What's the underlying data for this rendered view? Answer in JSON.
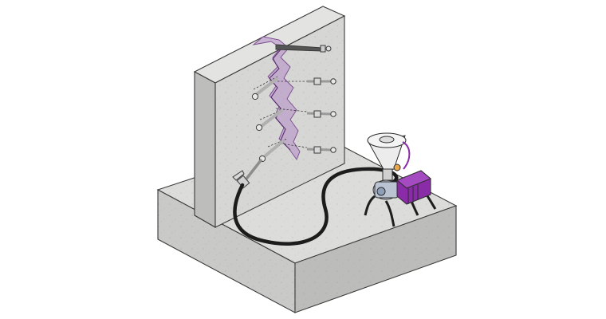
{
  "diagram": {
    "kind": "isometric-illustration",
    "parts": [
      {
        "id": "concrete-slab",
        "label": ""
      },
      {
        "id": "concrete-wall",
        "label": ""
      },
      {
        "id": "crack",
        "label": ""
      },
      {
        "id": "injection-packers",
        "count": 7
      },
      {
        "id": "injection-hose",
        "label": ""
      },
      {
        "id": "injection-pump",
        "label": ""
      }
    ]
  },
  "colors": {
    "concrete_top": "#d9d9d7",
    "concrete_front": "#c9c9c7",
    "concrete_side": "#bdbdbb",
    "crack_fill": "#b58cc6",
    "motor": "#8a2ba7",
    "hose": "#1c1c1c",
    "outline": "#3b3b3b"
  }
}
